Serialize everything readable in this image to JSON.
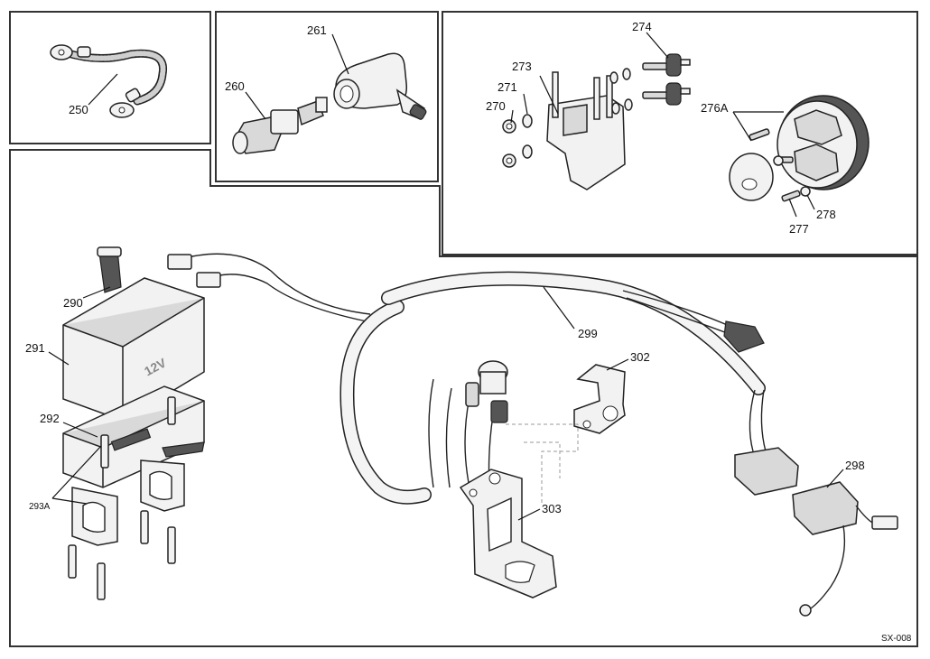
{
  "labels": {
    "p250": "250",
    "p260": "260",
    "p261": "261",
    "p270": "270",
    "p271": "271",
    "p273": "273",
    "p274": "274",
    "p276a": "276A",
    "p277": "277",
    "p278": "278",
    "p290": "290",
    "p291": "291",
    "p292": "292",
    "p293a": "293A",
    "p298": "298",
    "p299": "299",
    "p302": "302",
    "p303": "303",
    "battery_text": "12V",
    "figure_code": "SX-008"
  }
}
